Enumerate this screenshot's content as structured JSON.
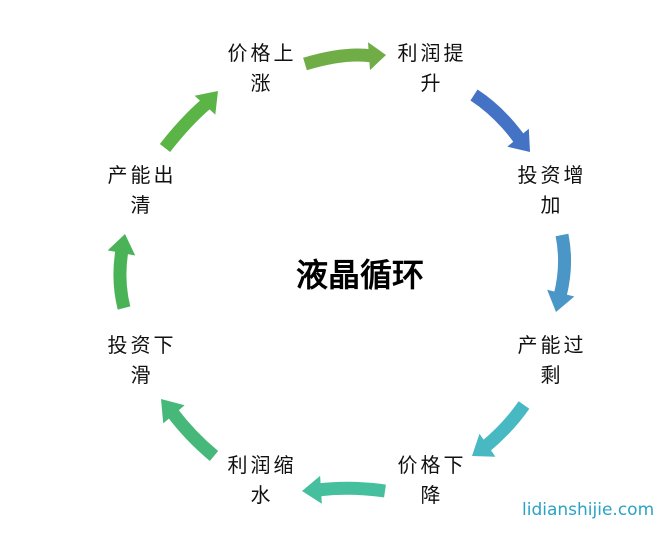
{
  "title": "液晶循环",
  "nodes": [
    {
      "line1": "价格上",
      "line2": "涨"
    },
    {
      "line1": "利润提",
      "line2": "升"
    },
    {
      "line1": "投资增",
      "line2": "加"
    },
    {
      "line1": "产能过",
      "line2": "剩"
    },
    {
      "line1": "价格下",
      "line2": "降"
    },
    {
      "line1": "利润缩",
      "line2": "水"
    },
    {
      "line1": "投资下",
      "line2": "滑"
    },
    {
      "line1": "产能出",
      "line2": "清"
    }
  ],
  "arrow_colors": [
    "#70ad47",
    "#4472c4",
    "#4a96c6",
    "#48b8c2",
    "#45bf9e",
    "#46b87a",
    "#4bb357",
    "#5ab446"
  ],
  "watermark": "lidianshijie.com"
}
